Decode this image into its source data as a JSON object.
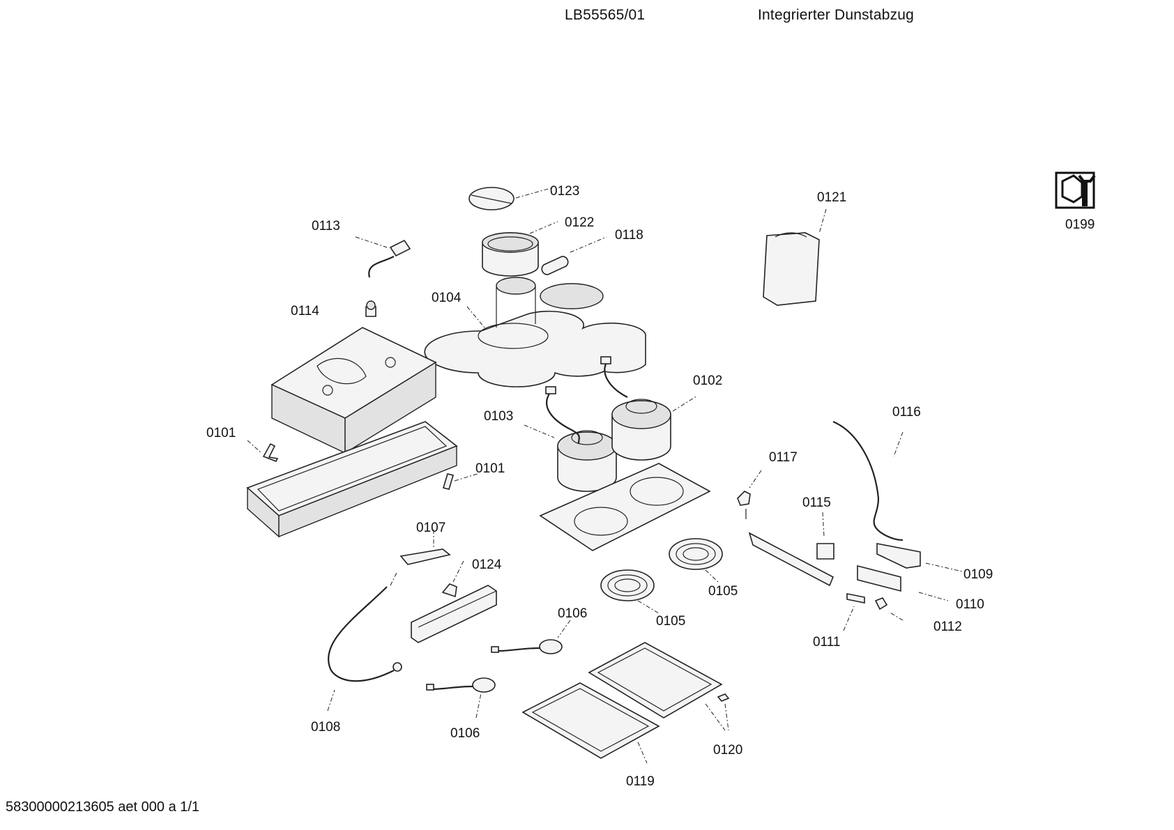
{
  "header": {
    "model": "LB55565/01",
    "description": "Integrierter Dunstabzug"
  },
  "footer": {
    "code": "58300000213605 aet 000 a 1/1"
  },
  "diagram": {
    "service_icon": "service-wrench-icon",
    "labels": [
      {
        "id": "0101a",
        "text": "0101"
      },
      {
        "id": "0101b",
        "text": "0101"
      },
      {
        "id": "0102",
        "text": "0102"
      },
      {
        "id": "0103",
        "text": "0103"
      },
      {
        "id": "0104",
        "text": "0104"
      },
      {
        "id": "0105a",
        "text": "0105"
      },
      {
        "id": "0105b",
        "text": "0105"
      },
      {
        "id": "0106a",
        "text": "0106"
      },
      {
        "id": "0106b",
        "text": "0106"
      },
      {
        "id": "0107",
        "text": "0107"
      },
      {
        "id": "0108",
        "text": "0108"
      },
      {
        "id": "0109",
        "text": "0109"
      },
      {
        "id": "0110",
        "text": "0110"
      },
      {
        "id": "0111",
        "text": "0111"
      },
      {
        "id": "0112",
        "text": "0112"
      },
      {
        "id": "0113",
        "text": "0113"
      },
      {
        "id": "0114",
        "text": "0114"
      },
      {
        "id": "0115",
        "text": "0115"
      },
      {
        "id": "0116",
        "text": "0116"
      },
      {
        "id": "0117",
        "text": "0117"
      },
      {
        "id": "0118",
        "text": "0118"
      },
      {
        "id": "0119",
        "text": "0119"
      },
      {
        "id": "0120",
        "text": "0120"
      },
      {
        "id": "0121",
        "text": "0121"
      },
      {
        "id": "0122",
        "text": "0122"
      },
      {
        "id": "0123",
        "text": "0123"
      },
      {
        "id": "0124",
        "text": "0124"
      },
      {
        "id": "0199",
        "text": "0199"
      }
    ]
  }
}
